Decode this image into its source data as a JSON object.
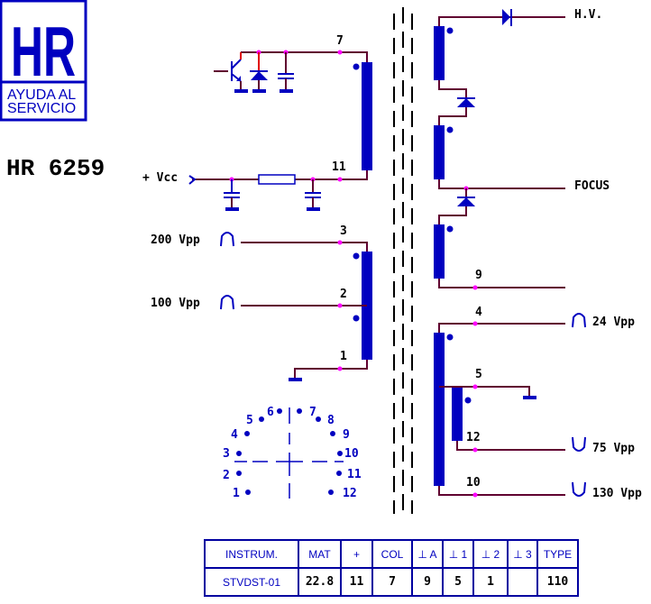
{
  "logo": {
    "big": "HR",
    "line1": "AYUDA AL",
    "line2": "SERVICIO"
  },
  "model": "HR 6259",
  "primary": {
    "pins": {
      "p7": "7",
      "p11": "11",
      "p3": "3",
      "p2": "2",
      "p1": "1"
    },
    "vcc_label": "+ Vcc",
    "pulse_200": "200 Vpp",
    "pulse_100": "100 Vpp"
  },
  "secondary": {
    "hv_label": "H.V.",
    "focus_label": "FOCUS",
    "pins": {
      "p9": "9",
      "p4": "4",
      "p5": "5",
      "p12": "12",
      "p10": "10"
    },
    "out_24": "24 Vpp",
    "out_75": "75 Vpp",
    "out_130": "130 Vpp"
  },
  "pinout": [
    "1",
    "2",
    "3",
    "4",
    "5",
    "6",
    "7",
    "8",
    "9",
    "10",
    "11",
    "12"
  ],
  "table": {
    "headers": [
      "INSTRUM.",
      "MAT",
      "+",
      "COL",
      "⊥ A",
      "⊥ 1",
      "⊥ 2",
      "⊥ 3",
      "TYPE"
    ],
    "values": [
      "STVDST-01",
      "22.8",
      "11",
      "7",
      "9",
      "5",
      "1",
      "",
      "110"
    ]
  },
  "colors": {
    "component": "#0000c0",
    "wire": "#600030",
    "node": "#ff00ff"
  }
}
